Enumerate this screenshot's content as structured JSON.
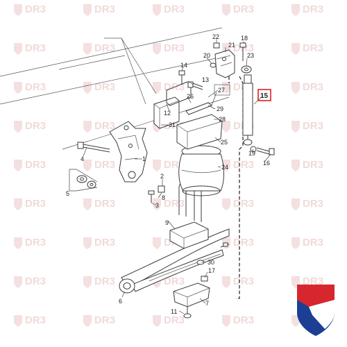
{
  "watermark": {
    "text": "DR3"
  },
  "callouts": {
    "p1": "1",
    "p2": "2",
    "p3": "3",
    "p4": "4",
    "p5": "5",
    "p6": "6",
    "p7": "7",
    "p8": "8",
    "p9": "9",
    "p11": "11",
    "p12": "12",
    "p13": "13",
    "p14": "14",
    "p15": "15",
    "p16": "16",
    "p17": "17",
    "p18": "18",
    "p19": "19",
    "p20": "20",
    "p21": "21",
    "p22": "22",
    "p23": "23",
    "p24": "24",
    "p25": "25",
    "p26": "26",
    "p27": "27",
    "p28": "28",
    "p29": "29",
    "p30": "30",
    "p31": "31"
  },
  "highlighted_part": "15",
  "colors": {
    "highlight": "#e02020",
    "logo_red": "#d8262e",
    "logo_blue": "#1c3f93",
    "watermark": "#f1d9d9"
  }
}
